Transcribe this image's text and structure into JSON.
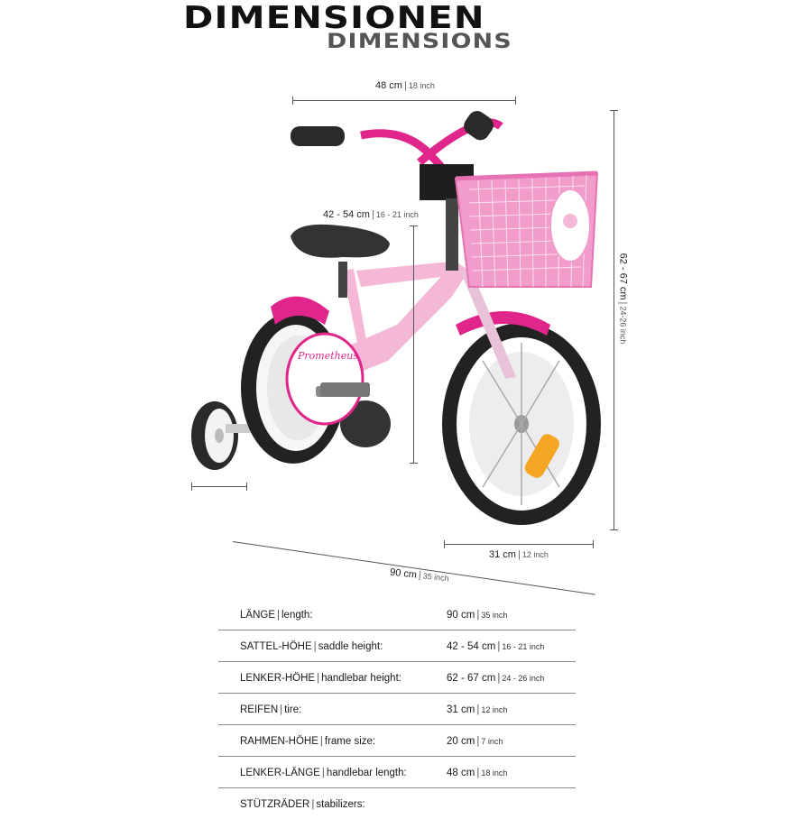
{
  "header": {
    "title_de": "DIMENSIONEN",
    "title_en": "DIMENSIONS"
  },
  "measurements": {
    "width": {
      "metric": "48 cm",
      "imperial": "18 inch"
    },
    "saddle": {
      "metric": "42 - 54 cm",
      "imperial": "16 - 21 inch"
    },
    "height": {
      "metric": "62 - 67 cm",
      "imperial": "24-26 inch"
    },
    "tire": {
      "metric": "31 cm",
      "imperial": "12 inch"
    },
    "length": {
      "metric": "90 cm",
      "imperial": "35 inch"
    }
  },
  "table": {
    "rows": [
      {
        "label_de": "LÄNGE",
        "label_en": "length:",
        "metric": "90 cm",
        "imperial": "35 inch"
      },
      {
        "label_de": "SATTEL-HÖHE",
        "label_en": "saddle height:",
        "metric": "42 - 54 cm",
        "imperial": "16 - 21 inch"
      },
      {
        "label_de": "LENKER-HÖHE",
        "label_en": "handlebar height:",
        "metric": "62 - 67 cm",
        "imperial": "24 - 26 inch"
      },
      {
        "label_de": "REIFEN",
        "label_en": "tire:",
        "metric": "31 cm",
        "imperial": "12 inch"
      },
      {
        "label_de": "RAHMEN-HÖHE",
        "label_en": "frame size:",
        "metric": "20 cm",
        "imperial": "7 inch"
      },
      {
        "label_de": "LENKER-LÄNGE",
        "label_en": "handlebar length:",
        "metric": "48 cm",
        "imperial": "18 inch"
      },
      {
        "label_de": "STÜTZRÄDER",
        "label_en": "stabilizers:",
        "metric": "",
        "imperial": ""
      }
    ]
  },
  "bike": {
    "frame_text": "Prometheus"
  },
  "colors": {
    "frame_pink": "#f4b8d6",
    "accent_magenta": "#e0268a",
    "tire_black": "#222222",
    "basket_pink": "#f29ccb"
  }
}
